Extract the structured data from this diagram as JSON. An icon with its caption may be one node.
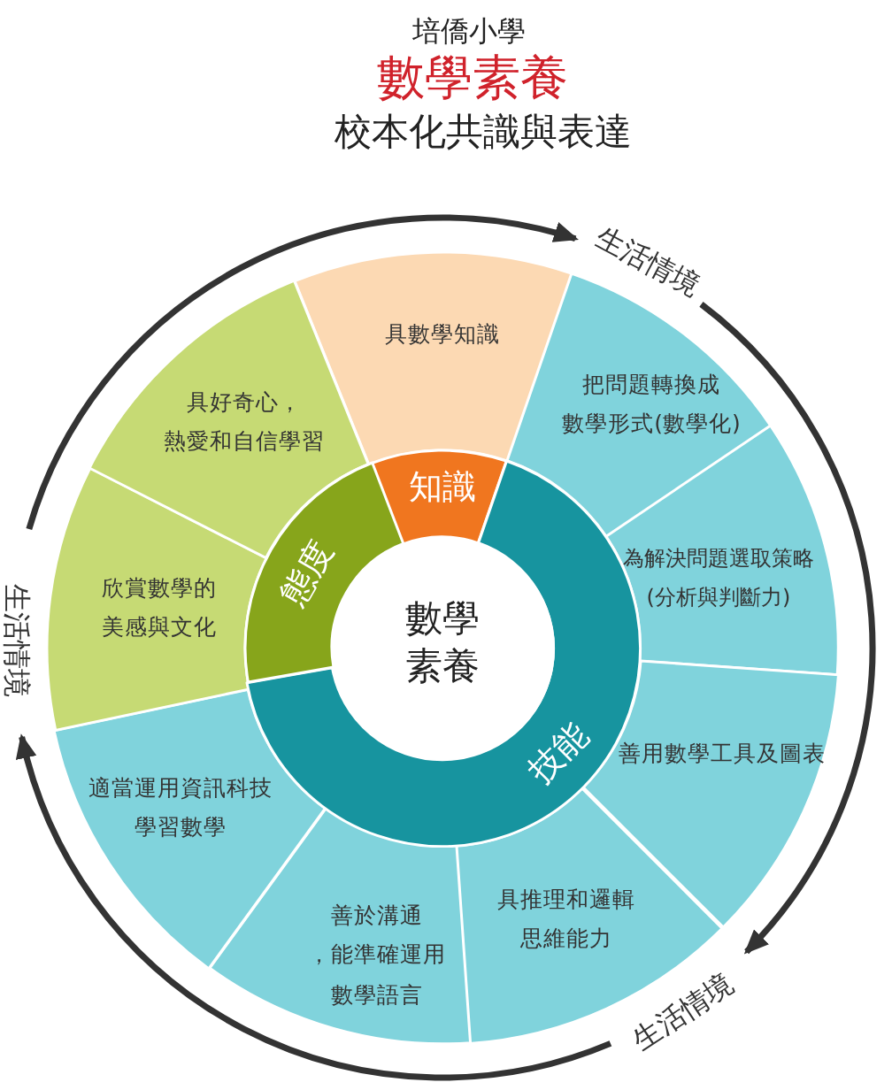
{
  "diagram": {
    "title": "數學素養",
    "nodes": [
      {
        "text": [
          "數學素養"
        ]
      },
      {
        "text": [
          "知識"
        ]
      },
      {
        "text": [
          "技能"
        ]
      },
      {
        "text": [
          "態度"
        ]
      },
      {
        "text": [
          "具數學知識"
        ]
      },
      {
        "text": [
          "把問題轉換成數學形式(數學化)"
        ]
      },
      {
        "text": [
          "為解決問題選取策略(分析與判斷力)"
        ]
      },
      {
        "text": [
          "善用數學工具及圖表"
        ]
      },
      {
        "text": [
          "具推理和邏輯思維能力"
        ]
      },
      {
        "text": [
          "善於溝通，能準確運用數學語言"
        ]
      },
      {
        "text": [
          "適當運用資訊科技學習數學"
        ]
      },
      {
        "text": [
          "欣賞數學的美感與文化"
        ]
      },
      {
        "text": [
          "具好奇心，熱愛和自信學習"
        ]
      }
    ],
    "labels": [
      "培僑小學",
      "校本化共識與表達",
      "生活情境",
      "生活情境",
      "生活情境"
    ]
  }
}
